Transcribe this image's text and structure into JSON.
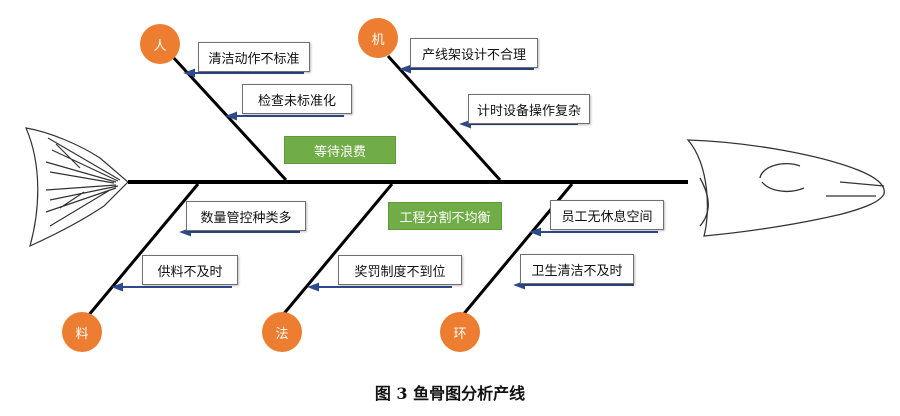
{
  "categories": {
    "people": "人",
    "machine": "机",
    "material": "料",
    "method": "法",
    "environment": "环"
  },
  "causes": {
    "people": [
      "清洁动作不标准",
      "检查未标准化"
    ],
    "machine": [
      "产线架设计不合理",
      "计时设备操作复杂"
    ],
    "material": [
      "数量管控种类多",
      "供料不及时"
    ],
    "method": [
      "工程分割不均衡",
      "奖罚制度不到位"
    ],
    "environment": [
      "员工无休息空间",
      "卫生清洁不及时"
    ]
  },
  "effect_highlight": "等待浪费",
  "colors": {
    "category_fill": "#ed7d31",
    "highlight_fill": "#70ad47",
    "arrow_line": "#2f4a8a"
  },
  "caption": "图 3   鱼骨图分析产线"
}
